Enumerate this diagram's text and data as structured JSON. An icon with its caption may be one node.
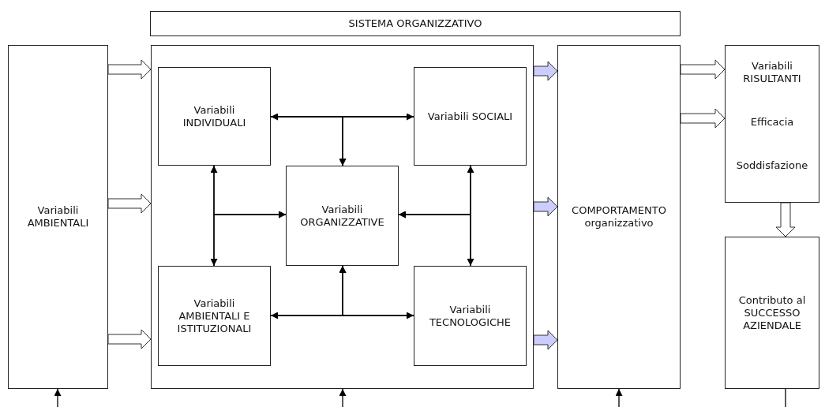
{
  "diagram": {
    "nodes": [
      {
        "text": [
          "SISTEMA ORGANIZZATIVO"
        ]
      },
      {
        "text": [
          "Variabili AMBIENTALI"
        ]
      },
      {
        "text": [],
        "shape": "box"
      },
      {
        "text": [
          "Variabili INDIVIDUALI"
        ],
        "in": 2
      },
      {
        "text": [
          "Variabili SOCIALI"
        ],
        "in": 2
      },
      {
        "text": [
          "Variabili ORGANIZZATIVE"
        ],
        "in": 2
      },
      {
        "text": [
          "Variabili AMBIENTALI E ISTITUZIONALI"
        ],
        "in": 2
      },
      {
        "text": [
          "Variabili TECNOLOGICHE"
        ],
        "in": 2
      },
      {
        "text": [
          "COMPORTAMENTO organizzativo"
        ]
      },
      {
        "text": [
          "Variabili RISULTANTI",
          "Efficacia",
          "Soddisfazione"
        ]
      },
      {
        "text": [
          "Contributo al SUCCESSO AZIENDALE"
        ]
      }
    ],
    "edges": [
      {
        "from": 1,
        "to": 2,
        "arrow": "to",
        "style": "thick"
      },
      {
        "from": 1,
        "to": 2,
        "arrow": "to",
        "style": "thick"
      },
      {
        "from": 1,
        "to": 2,
        "arrow": "to",
        "style": "thick"
      },
      {
        "from": 2,
        "to": 8,
        "arrow": "to",
        "style": "thick",
        "color": "#ccccff"
      },
      {
        "from": 2,
        "to": 8,
        "arrow": "to",
        "style": "thick",
        "color": "#ccccff"
      },
      {
        "from": 2,
        "to": 8,
        "arrow": "to",
        "style": "thick",
        "color": "#ccccff"
      },
      {
        "from": 8,
        "to": 9,
        "arrow": "to",
        "style": "thick"
      },
      {
        "from": 8,
        "to": 9,
        "arrow": "to",
        "style": "thick"
      },
      {
        "from": 9,
        "to": 10,
        "arrow": "to",
        "style": "thick"
      },
      {
        "from": 3,
        "to": 4,
        "arrow": "both"
      },
      {
        "from": 3,
        "to": 5,
        "arrow": "to"
      },
      {
        "from": 4,
        "to": 5,
        "arrow": "to"
      },
      {
        "from": 3,
        "to": 6,
        "arrow": "both"
      },
      {
        "from": 3,
        "to": 5,
        "arrow": "to"
      },
      {
        "from": 6,
        "to": 5,
        "arrow": "to"
      },
      {
        "from": 4,
        "to": 7,
        "arrow": "both"
      },
      {
        "from": 4,
        "to": 5,
        "arrow": "to"
      },
      {
        "from": 7,
        "to": 5,
        "arrow": "to"
      },
      {
        "from": 6,
        "to": 7,
        "arrow": "both"
      },
      {
        "from": 6,
        "to": 5,
        "arrow": "to"
      },
      {
        "from": 7,
        "to": 5,
        "arrow": "to"
      },
      {
        "from": null,
        "to": 1,
        "arrow": "to"
      },
      {
        "from": null,
        "to": 2,
        "arrow": "to"
      },
      {
        "from": null,
        "to": 8,
        "arrow": "to"
      },
      {
        "from": 10,
        "to": null,
        "arrow": "none"
      }
    ]
  }
}
